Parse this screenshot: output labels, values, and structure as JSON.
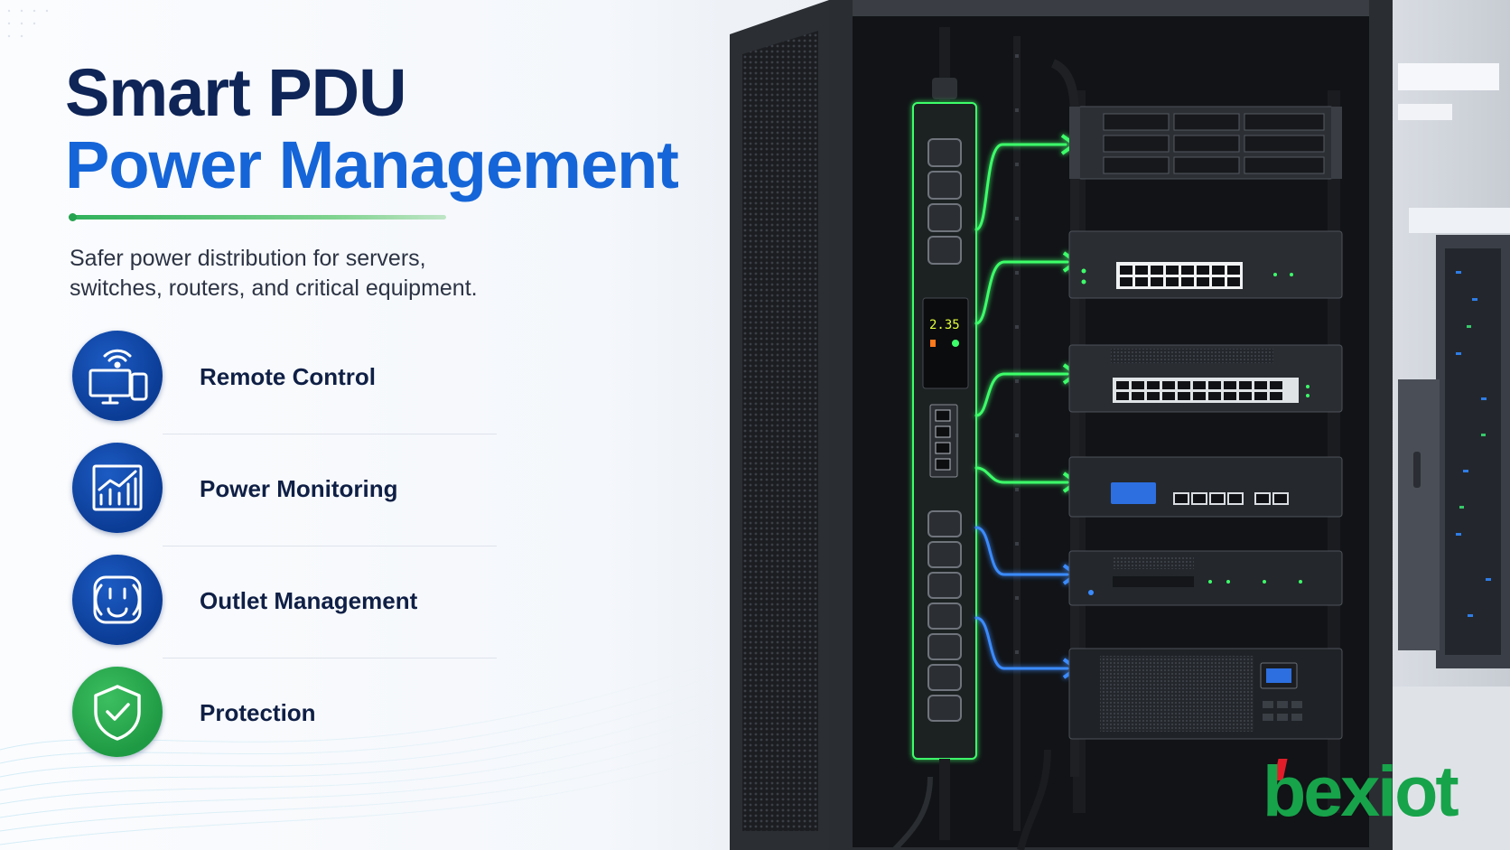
{
  "headline": {
    "line1": "Smart PDU",
    "line2": "Power Management"
  },
  "subtitle": {
    "line1": "Safer power distribution for servers,",
    "line2": "switches, routers, and critical equipment."
  },
  "features": [
    {
      "label": "Remote Control",
      "icon": "remote-devices-icon"
    },
    {
      "label": "Power Monitoring",
      "icon": "bar-chart-icon"
    },
    {
      "label": "Outlet Management",
      "icon": "power-outlet-icon"
    },
    {
      "label": "Protection",
      "icon": "shield-check-icon"
    }
  ],
  "pdu": {
    "display_reading": "2.35"
  },
  "brand": {
    "logo_text": "bexiot"
  },
  "colors": {
    "navy": "#0f2557",
    "blue": "#1565d8",
    "green": "#25a24e",
    "glow_green": "#3dff6a",
    "glow_blue": "#3a8bff",
    "rack": "#1e2126"
  }
}
